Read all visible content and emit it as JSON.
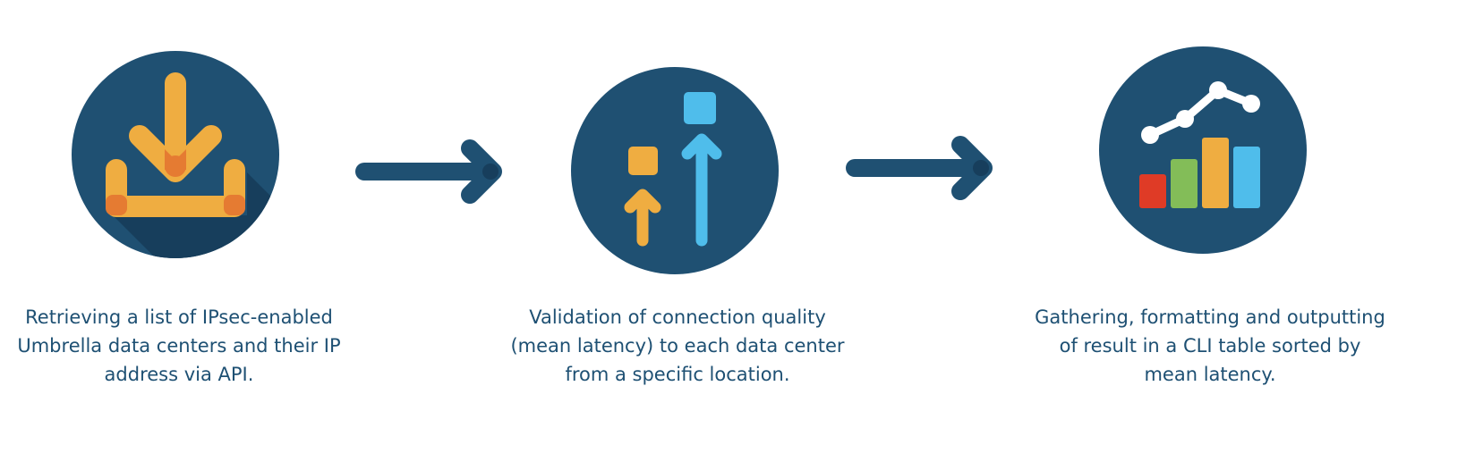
{
  "colors": {
    "circle": "#1f5072",
    "circle_shadow": "#173e5c",
    "orange": "#efad41",
    "orange_dark": "#e57b32",
    "red": "#df3b26",
    "blue": "#4fbdeb",
    "green": "#83bd58",
    "white": "#ffffff",
    "caption_text": "#1e5073"
  },
  "steps": [
    {
      "icon": "download-icon",
      "caption": [
        "Retrieving a list of IPsec-enabled",
        "Umbrella data centers and their IP",
        "address via API."
      ]
    },
    {
      "icon": "latency-arrows-icon",
      "caption": [
        "Validation of connection quality",
        "(mean latency) to each data center",
        "from a specific location."
      ]
    },
    {
      "icon": "chart-icon",
      "caption": [
        "Gathering, formatting and outputting",
        "of result in a CLI table sorted by",
        "mean latency."
      ]
    }
  ],
  "connectors": [
    "arrow-right-icon",
    "arrow-right-icon"
  ]
}
